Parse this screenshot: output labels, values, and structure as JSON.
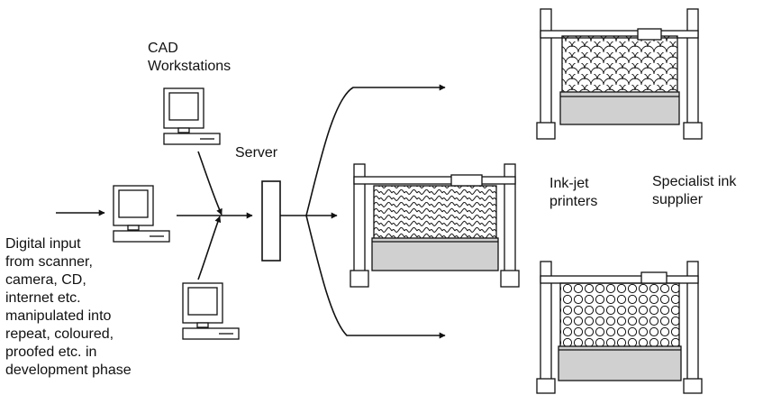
{
  "labels": {
    "cad": "CAD\nWorkstations",
    "server": "Server",
    "inkjet": "Ink-jet\nprinters",
    "supplier": "Specialist ink\nsupplier",
    "input": "Digital input\nfrom scanner,\ncamera, CD,\ninternet etc.\nmanipulated into\nrepeat, coloured,\nproofed etc. in\ndevelopment phase"
  },
  "printers": [
    {
      "pattern": "scales"
    },
    {
      "pattern": "waves"
    },
    {
      "pattern": "circles"
    }
  ]
}
